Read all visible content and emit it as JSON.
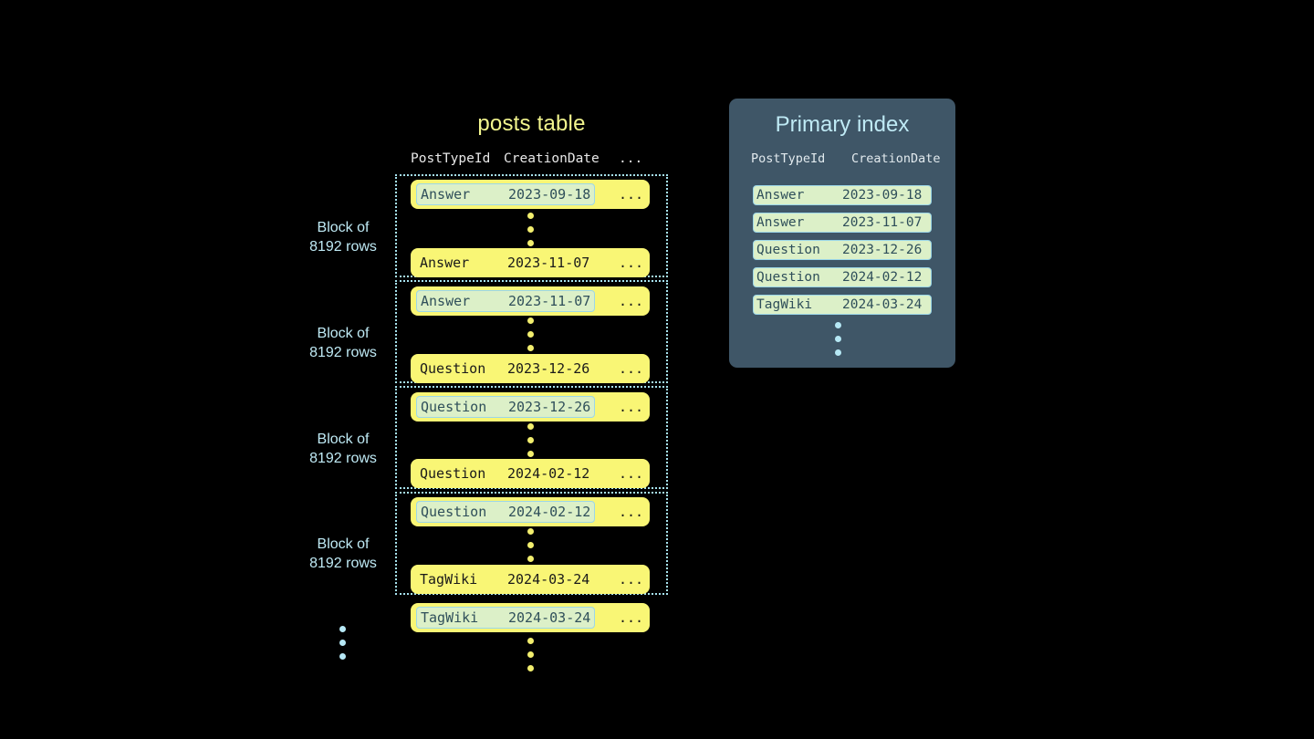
{
  "posts_table": {
    "title": "posts table",
    "column_headers": {
      "type": "PostTypeId",
      "date": "CreationDate",
      "more": "..."
    },
    "block_label_line1": "Block of",
    "block_label_line2": "8192 rows",
    "blocks": [
      {
        "label_line1": "Block of",
        "label_line2": "8192 rows",
        "first_row": {
          "type": "Answer",
          "date": "2023-09-18",
          "more": "...",
          "highlighted": true
        },
        "last_row": {
          "type": "Answer",
          "date": "2023-11-07",
          "more": "...",
          "highlighted": false
        }
      },
      {
        "label_line1": "Block of",
        "label_line2": "8192 rows",
        "first_row": {
          "type": "Answer",
          "date": "2023-11-07",
          "more": "...",
          "highlighted": true
        },
        "last_row": {
          "type": "Question",
          "date": "2023-12-26",
          "more": "...",
          "highlighted": false
        }
      },
      {
        "label_line1": "Block of",
        "label_line2": "8192 rows",
        "first_row": {
          "type": "Question",
          "date": "2023-12-26",
          "more": "...",
          "highlighted": true
        },
        "last_row": {
          "type": "Question",
          "date": "2024-02-12",
          "more": "...",
          "highlighted": false
        }
      },
      {
        "label_line1": "Block of",
        "label_line2": "8192 rows",
        "first_row": {
          "type": "Question",
          "date": "2024-02-12",
          "more": "...",
          "highlighted": true
        },
        "last_row": {
          "type": "TagWiki",
          "date": "2024-03-24",
          "more": "...",
          "highlighted": false
        }
      }
    ],
    "trailing_row": {
      "type": "TagWiki",
      "date": "2024-03-24",
      "more": "...",
      "highlighted": true
    }
  },
  "primary_index": {
    "title": "Primary index",
    "column_headers": {
      "type": "PostTypeId",
      "date": "CreationDate"
    },
    "rows": [
      {
        "type": "Answer",
        "date": "2023-09-18"
      },
      {
        "type": "Answer",
        "date": "2023-11-07"
      },
      {
        "type": "Question",
        "date": "2023-12-26"
      },
      {
        "type": "Question",
        "date": "2024-02-12"
      },
      {
        "type": "TagWiki",
        "date": "2024-03-24"
      }
    ]
  },
  "colors": {
    "background": "#000000",
    "row_yellow": "#f9f675",
    "highlight_green": "#dcf0c8",
    "highlight_border": "#9cd7e8",
    "panel_slate": "#3f5667",
    "accent_blue": "#bfeaf5",
    "title_yellow": "#f2f58e"
  }
}
